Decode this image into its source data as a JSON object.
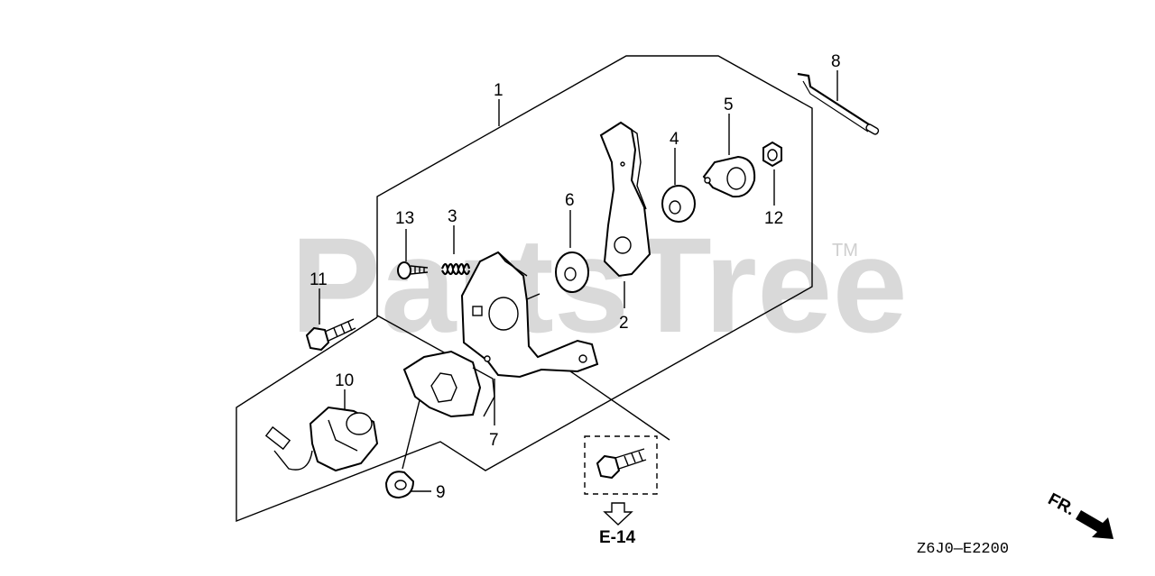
{
  "watermark": {
    "text": "PartsTree",
    "trademark": "TM"
  },
  "callouts": [
    {
      "id": "1",
      "label": "1"
    },
    {
      "id": "2",
      "label": "2"
    },
    {
      "id": "3",
      "label": "3"
    },
    {
      "id": "4",
      "label": "4"
    },
    {
      "id": "5",
      "label": "5"
    },
    {
      "id": "6",
      "label": "6"
    },
    {
      "id": "7",
      "label": "7"
    },
    {
      "id": "8",
      "label": "8"
    },
    {
      "id": "9",
      "label": "9"
    },
    {
      "id": "10",
      "label": "10"
    },
    {
      "id": "11",
      "label": "11"
    },
    {
      "id": "12",
      "label": "12"
    },
    {
      "id": "13",
      "label": "13"
    }
  ],
  "reference": {
    "label": "E-14"
  },
  "orientation": {
    "label": "FR."
  },
  "diagram_code": "Z6J0—E2200"
}
